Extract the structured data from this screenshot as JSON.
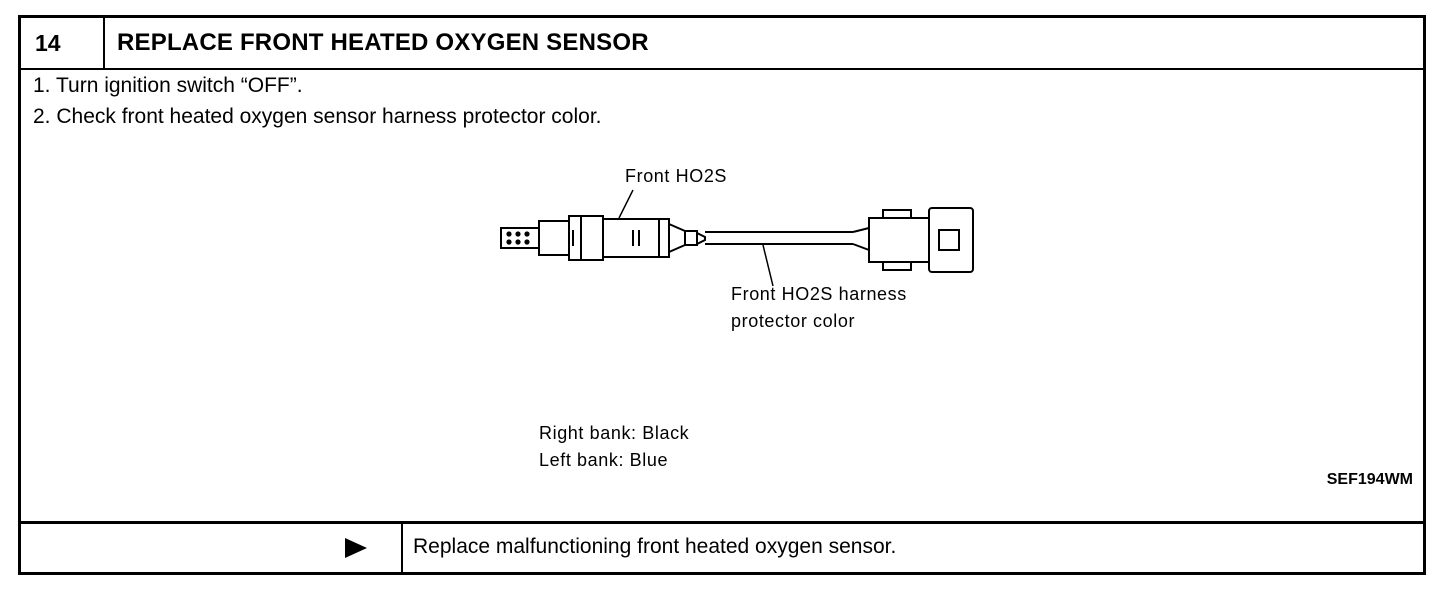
{
  "header": {
    "step_number": "14",
    "title": "REPLACE FRONT HEATED OXYGEN SENSOR"
  },
  "instructions": [
    "1.  Turn ignition switch “OFF”.",
    "2.  Check front heated oxygen sensor harness protector color."
  ],
  "figure": {
    "label_sensor": "Front  HO2S",
    "label_harness_line1": "Front  HO2S  harness",
    "label_harness_line2": "protector  color",
    "right_bank": "Right  bank:  Black",
    "left_bank": "Left  bank:  Blue",
    "code": "SEF194WM"
  },
  "footer": {
    "result_text": "Replace malfunctioning front heated oxygen sensor."
  }
}
